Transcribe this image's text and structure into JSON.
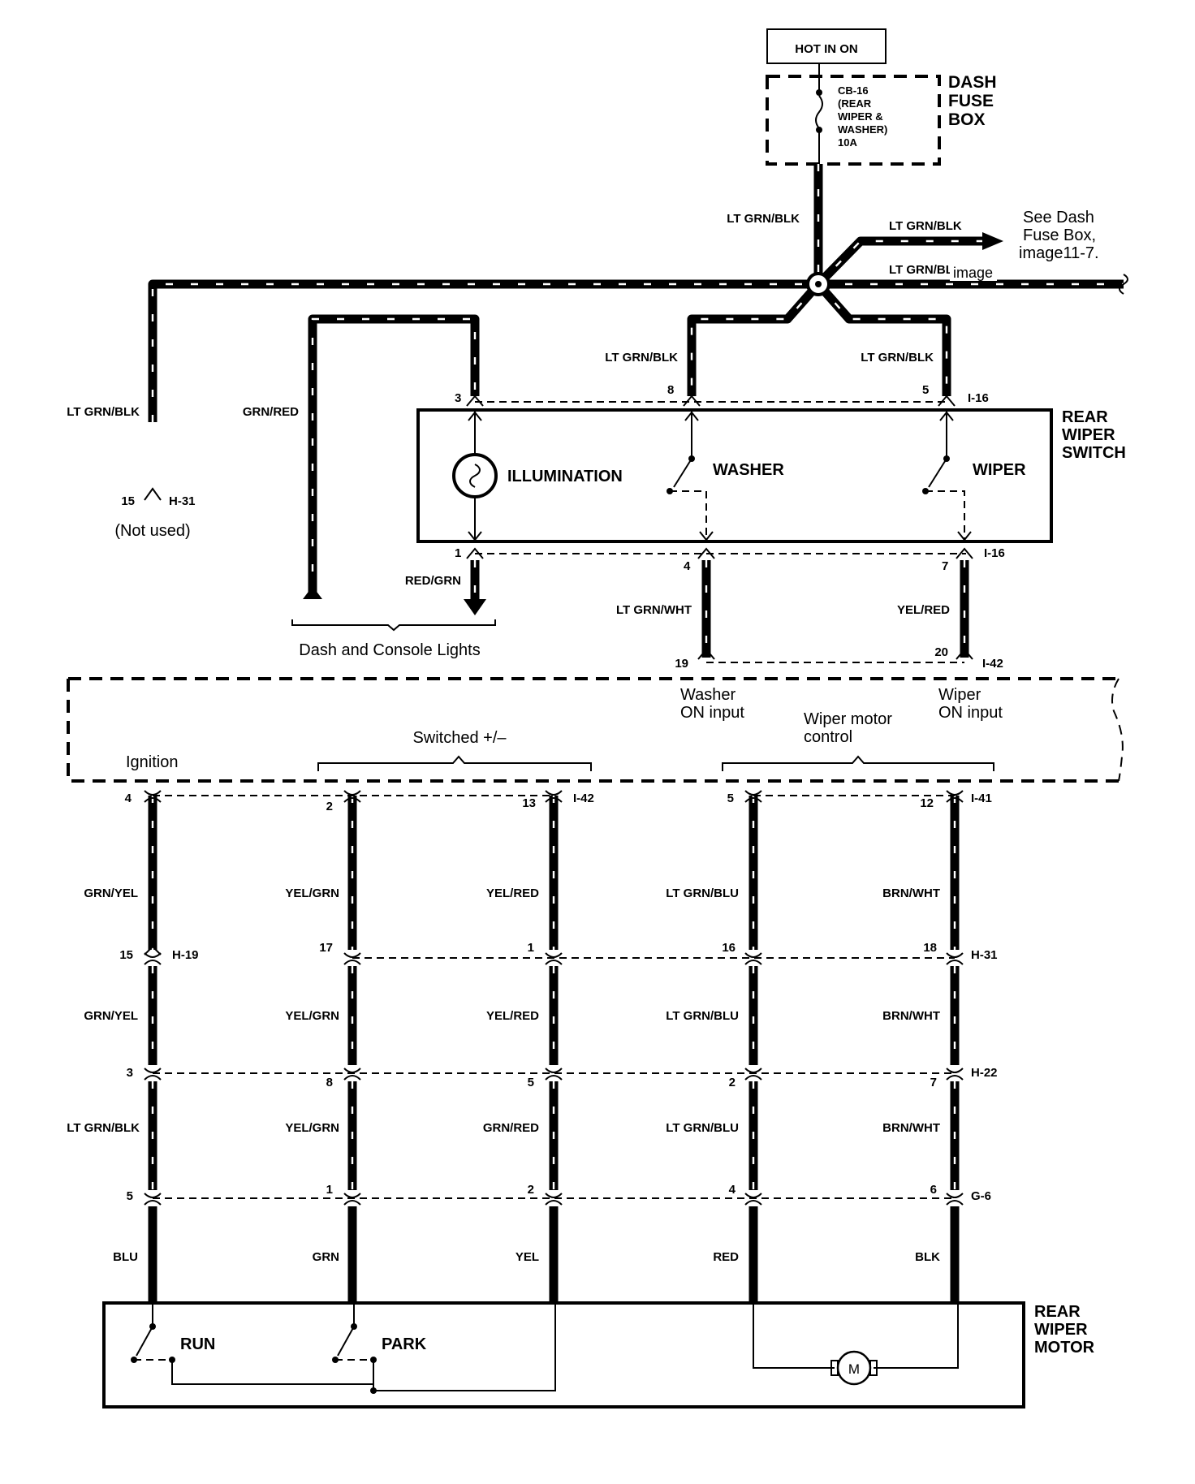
{
  "power": {
    "hot_in_on": "HOT IN ON",
    "fuse": [
      "CB-16",
      "(REAR",
      "WIPER &",
      "WASHER)",
      "10A"
    ],
    "fuse_box": [
      "DASH",
      "FUSE",
      "BOX"
    ],
    "see_ref": [
      "See Dash",
      "Fuse Box,",
      "image11-7."
    ],
    "top_wire": "LT GRN/BLK",
    "ref_wire": "LT GRN/BLK",
    "bus_wire": "LT GRN/BLK",
    "bus_overlay": "image"
  },
  "left_branch": {
    "wire": "LT GRN/BLK",
    "pin": "15",
    "connector": "H-31",
    "note": "(Not used)"
  },
  "switch": {
    "title": [
      "REAR",
      "WIPER",
      "SWITCH"
    ],
    "illumination": "ILLUMINATION",
    "washer": "WASHER",
    "wiper": "WIPER",
    "connector_top": "I-16",
    "connector_bottom": "I-16",
    "pins_top": [
      "3",
      "8",
      "5"
    ],
    "pins_bottom": [
      "1",
      "4",
      "7"
    ],
    "wire_in_left": "LT GRN/BLK",
    "wire_in_right": "LT GRN/BLK",
    "grn_red": "GRN/RED",
    "red_grn": "RED/GRN",
    "lights_label": "Dash and Console Lights",
    "out_washer_wire": "LT GRN/WHT",
    "out_wiper_wire": "YEL/RED"
  },
  "module": {
    "connector_top": "I-42",
    "pin_washer": "19",
    "pin_wiper": "20",
    "washer_input": [
      "Washer",
      "ON input"
    ],
    "wiper_input": [
      "Wiper",
      "ON input"
    ],
    "motor_control": [
      "Wiper motor",
      "control"
    ],
    "switched": "Switched +/–",
    "ignition": "Ignition",
    "bottom_left_connector": "I-42",
    "bottom_right_connector": "I-41",
    "bottom_pins": [
      "4",
      "2",
      "13",
      "5",
      "12"
    ]
  },
  "harness": {
    "rows": [
      {
        "connector": "H-19",
        "connector2": "H-31",
        "pins": [
          "15",
          "17",
          "1",
          "16",
          "18"
        ],
        "wires_above": [
          "GRN/YEL",
          "YEL/GRN",
          "YEL/RED",
          "LT GRN/BLU",
          "BRN/WHT"
        ]
      },
      {
        "connector": "H-22",
        "pins": [
          "3",
          "8",
          "5",
          "2",
          "7"
        ],
        "wires_above": [
          "GRN/YEL",
          "YEL/GRN",
          "YEL/RED",
          "LT GRN/BLU",
          "BRN/WHT"
        ]
      },
      {
        "connector": "G-6",
        "pins": [
          "5",
          "1",
          "2",
          "4",
          "6"
        ],
        "wires_above": [
          "LT GRN/BLK",
          "YEL/GRN",
          "GRN/RED",
          "LT GRN/BLU",
          "BRN/WHT"
        ]
      }
    ],
    "final_wires": [
      "BLU",
      "GRN",
      "YEL",
      "RED",
      "BLK"
    ]
  },
  "motor": {
    "title": [
      "REAR",
      "WIPER",
      "MOTOR"
    ],
    "run": "RUN",
    "park": "PARK",
    "motor_symbol": "M"
  }
}
